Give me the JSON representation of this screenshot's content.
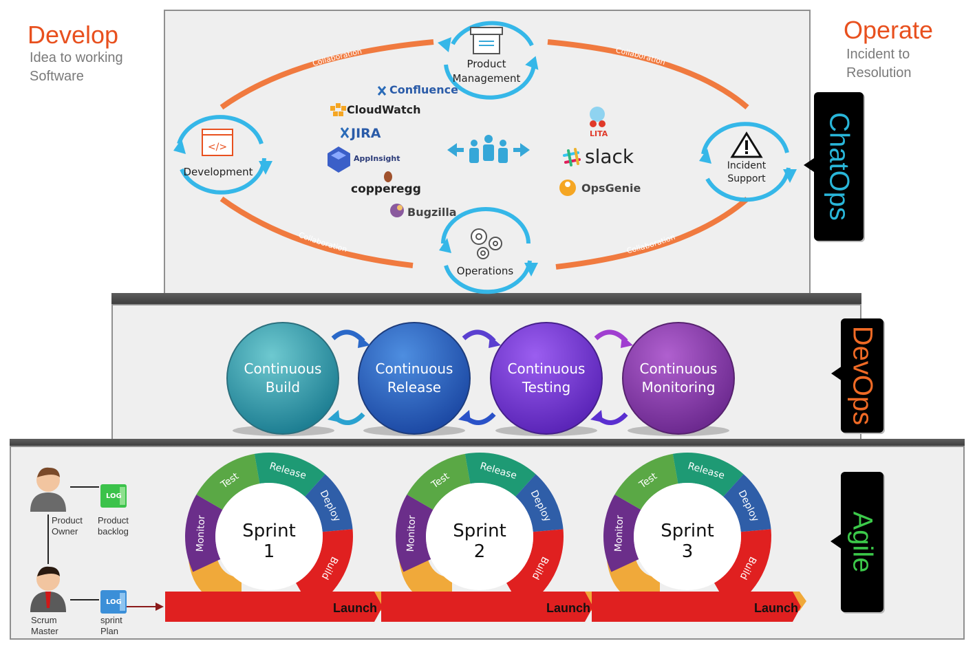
{
  "develop": {
    "title": "Develop",
    "subtitle_1": "Idea to working",
    "subtitle_2": "Software"
  },
  "operate": {
    "title": "Operate",
    "subtitle_1": "Incident to",
    "subtitle_2": "Resolution"
  },
  "tabs": {
    "chatops": "ChatOps",
    "devops": "DevOps",
    "agile": "Agile"
  },
  "chatops": {
    "collaboration": "Collaboration",
    "nodes": {
      "product_management_1": "Product",
      "product_management_2": "Management",
      "development": "Development",
      "incident_1": "Incident",
      "incident_2": "Support",
      "operations": "Operations"
    },
    "tools_left": [
      "Confluence",
      "CloudWatch",
      "JIRA",
      "AppInsight",
      "copperegg",
      "Bugzilla"
    ],
    "tools_right": [
      "LITA",
      "slack",
      "OpsGenie"
    ]
  },
  "devops": {
    "stages": [
      {
        "line1": "Continuous",
        "line2": "Build"
      },
      {
        "line1": "Continuous",
        "line2": "Release"
      },
      {
        "line1": "Continuous",
        "line2": "Testing"
      },
      {
        "line1": "Continuous",
        "line2": "Monitoring"
      }
    ]
  },
  "agile": {
    "product_owner_1": "Product",
    "product_owner_2": "Owner",
    "product_backlog_1": "Product",
    "product_backlog_2": "backlog",
    "scrum_master_1": "Scrum",
    "scrum_master_2": "Master",
    "sprint_plan_1": "sprint",
    "sprint_plan_2": "Plan",
    "log": "LOG",
    "segments": [
      "Monitor",
      "Test",
      "Release",
      "Deploy",
      "Build"
    ],
    "sprint_word": "Sprint",
    "sprints": [
      "1",
      "2",
      "3"
    ],
    "launch": "Launch"
  },
  "colors": {
    "develop": "#e8501e",
    "operate": "#e8501e",
    "chatops_text": "#29b6d9",
    "devops_text": "#f06a25",
    "agile_text": "#3cc94a",
    "collab": "#f07a3f",
    "cycle": "#35b7e8",
    "monitor": "#6b2e8a",
    "test": "#5aa845",
    "release": "#1e9a74",
    "deploy": "#2f5ea8",
    "build": "#e02020",
    "base": "#f0a93a"
  }
}
